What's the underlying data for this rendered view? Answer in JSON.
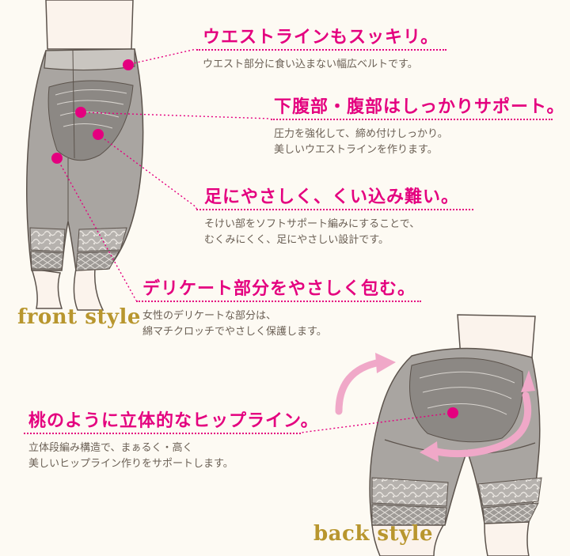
{
  "features": [
    {
      "id": "waist",
      "title": "ウエストラインもスッキリ。",
      "lines": [
        "ウエスト部分に食い込まない幅広ベルトです。"
      ]
    },
    {
      "id": "abdomen",
      "title": "下腹部・腹部はしっかりサポート。",
      "lines": [
        "圧力を強化して、締め付けしっかり。",
        "美しいウエストラインを作ります。"
      ]
    },
    {
      "id": "legs",
      "title": "足にやさしく、くい込み難い。",
      "lines": [
        "そけい部をソフトサポート編みにすることで、",
        "むくみにくく、足にやさしい設計です。"
      ]
    },
    {
      "id": "delicate",
      "title": "デリケート部分をやさしく包む。",
      "lines": [
        "女性のデリケートな部分は、",
        "綿マチクロッチでやさしく保護します。"
      ]
    },
    {
      "id": "hip",
      "title": "桃のように立体的なヒップライン。",
      "lines": [
        "立体段編み構造で、まぁるく・高く",
        "美しいヒップライン作りをサポートします。"
      ]
    }
  ],
  "labels": {
    "front": "front style",
    "back": "back style"
  },
  "colors": {
    "accent": "#e4007f",
    "gold": "#b8962e",
    "text": "#6b6055",
    "garment": "#a9a5a1",
    "garmentDark": "#8c8884",
    "skin": "#fbf3ec",
    "arrow": "#f0a8c8"
  }
}
